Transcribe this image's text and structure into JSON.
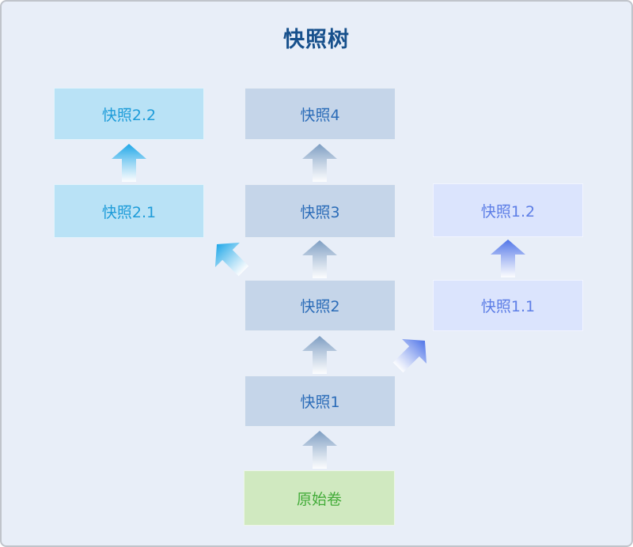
{
  "title": "快照树",
  "colors": {
    "background": "#e8eef8",
    "frame_border": "#c0c4cb",
    "title_text": "#17508c",
    "cyan_node_fill": "#b9e2f6",
    "cyan_node_text": "#1e9cd9",
    "steel_node_fill": "#c5d5e9",
    "steel_node_text": "#2b6cb8",
    "lavender_node_fill": "#dbe4fd",
    "lavender_node_text": "#5d7ee6",
    "green_node_fill": "#d0e9c0",
    "green_node_text": "#43ac39",
    "arrow_steel": "#7d9dc2",
    "arrow_cyan": "#1fa7e8",
    "arrow_periwinkle": "#4f74e8"
  },
  "nodes": {
    "snap22": {
      "label": "快照2.2"
    },
    "snap4": {
      "label": "快照4"
    },
    "snap21": {
      "label": "快照2.1"
    },
    "snap3": {
      "label": "快照3"
    },
    "snap12": {
      "label": "快照1.2"
    },
    "snap2": {
      "label": "快照2"
    },
    "snap11": {
      "label": "快照1.1"
    },
    "snap1": {
      "label": "快照1"
    },
    "origin": {
      "label": "原始卷"
    }
  }
}
